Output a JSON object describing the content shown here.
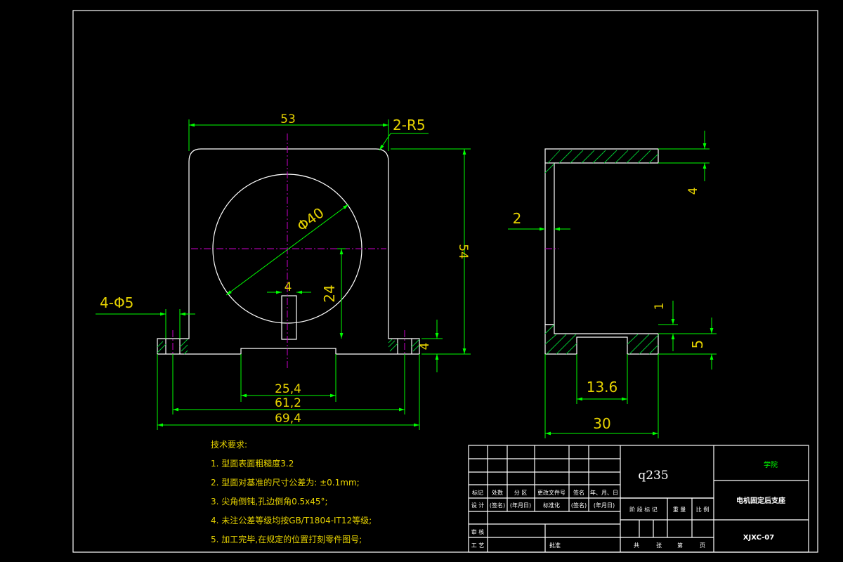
{
  "drawing": {
    "front_view": {
      "width_dim": "53",
      "radius_note": "2-R5",
      "diameter_dim": "Φ40",
      "height_dim": "54",
      "center_height_dim": "24",
      "slot_width_dim": "4",
      "holes_note": "4-Φ5",
      "base_thickness_dim": "4",
      "groove_width_dim": "25,4",
      "hole_spacing_dim": "61,2",
      "overall_width_dim": "69,4"
    },
    "side_view": {
      "top_thickness_dim": "4",
      "wall_dim": "2",
      "gap_dim": "1",
      "base_dim": "5",
      "groove_dim": "13.6",
      "depth_dim": "30"
    },
    "tech_requirements": {
      "title": "技术要求:",
      "items": [
        "1. 型面表面粗糙度3.2",
        "2. 型面对基准的尺寸公差为: ±0.1mm;",
        "3. 尖角倒钝,孔边倒角0.5x45°;",
        "4. 未注公差等级均按GB/T1804-IT12等级;",
        "5. 加工完毕,在规定的位置打刻零件图号;"
      ]
    },
    "title_block": {
      "material": "q235",
      "school": "学院",
      "part_name": "电机固定后支座",
      "drawing_no": "XJXC-07",
      "row_labels": {
        "mark": "标记",
        "count": "处数",
        "zone": "分 区",
        "change_doc": "更改文件号",
        "sign": "签名",
        "date": "年、月、日",
        "design": "设 计",
        "sign_paren": "(签名)",
        "date_paren": "(年月日)",
        "standardize": "标准化",
        "sign_paren2": "(签名)",
        "date_paren2": "(年月日)",
        "review": "审 核",
        "process": "工 艺",
        "approve": "批准"
      },
      "stage_labels": {
        "stage": "阶 段 标 记",
        "weight": "重 量",
        "scale": "比 例"
      },
      "sheet_labels": {
        "total": "共",
        "sheets": "张",
        "no": "第",
        "page": "页"
      }
    }
  }
}
